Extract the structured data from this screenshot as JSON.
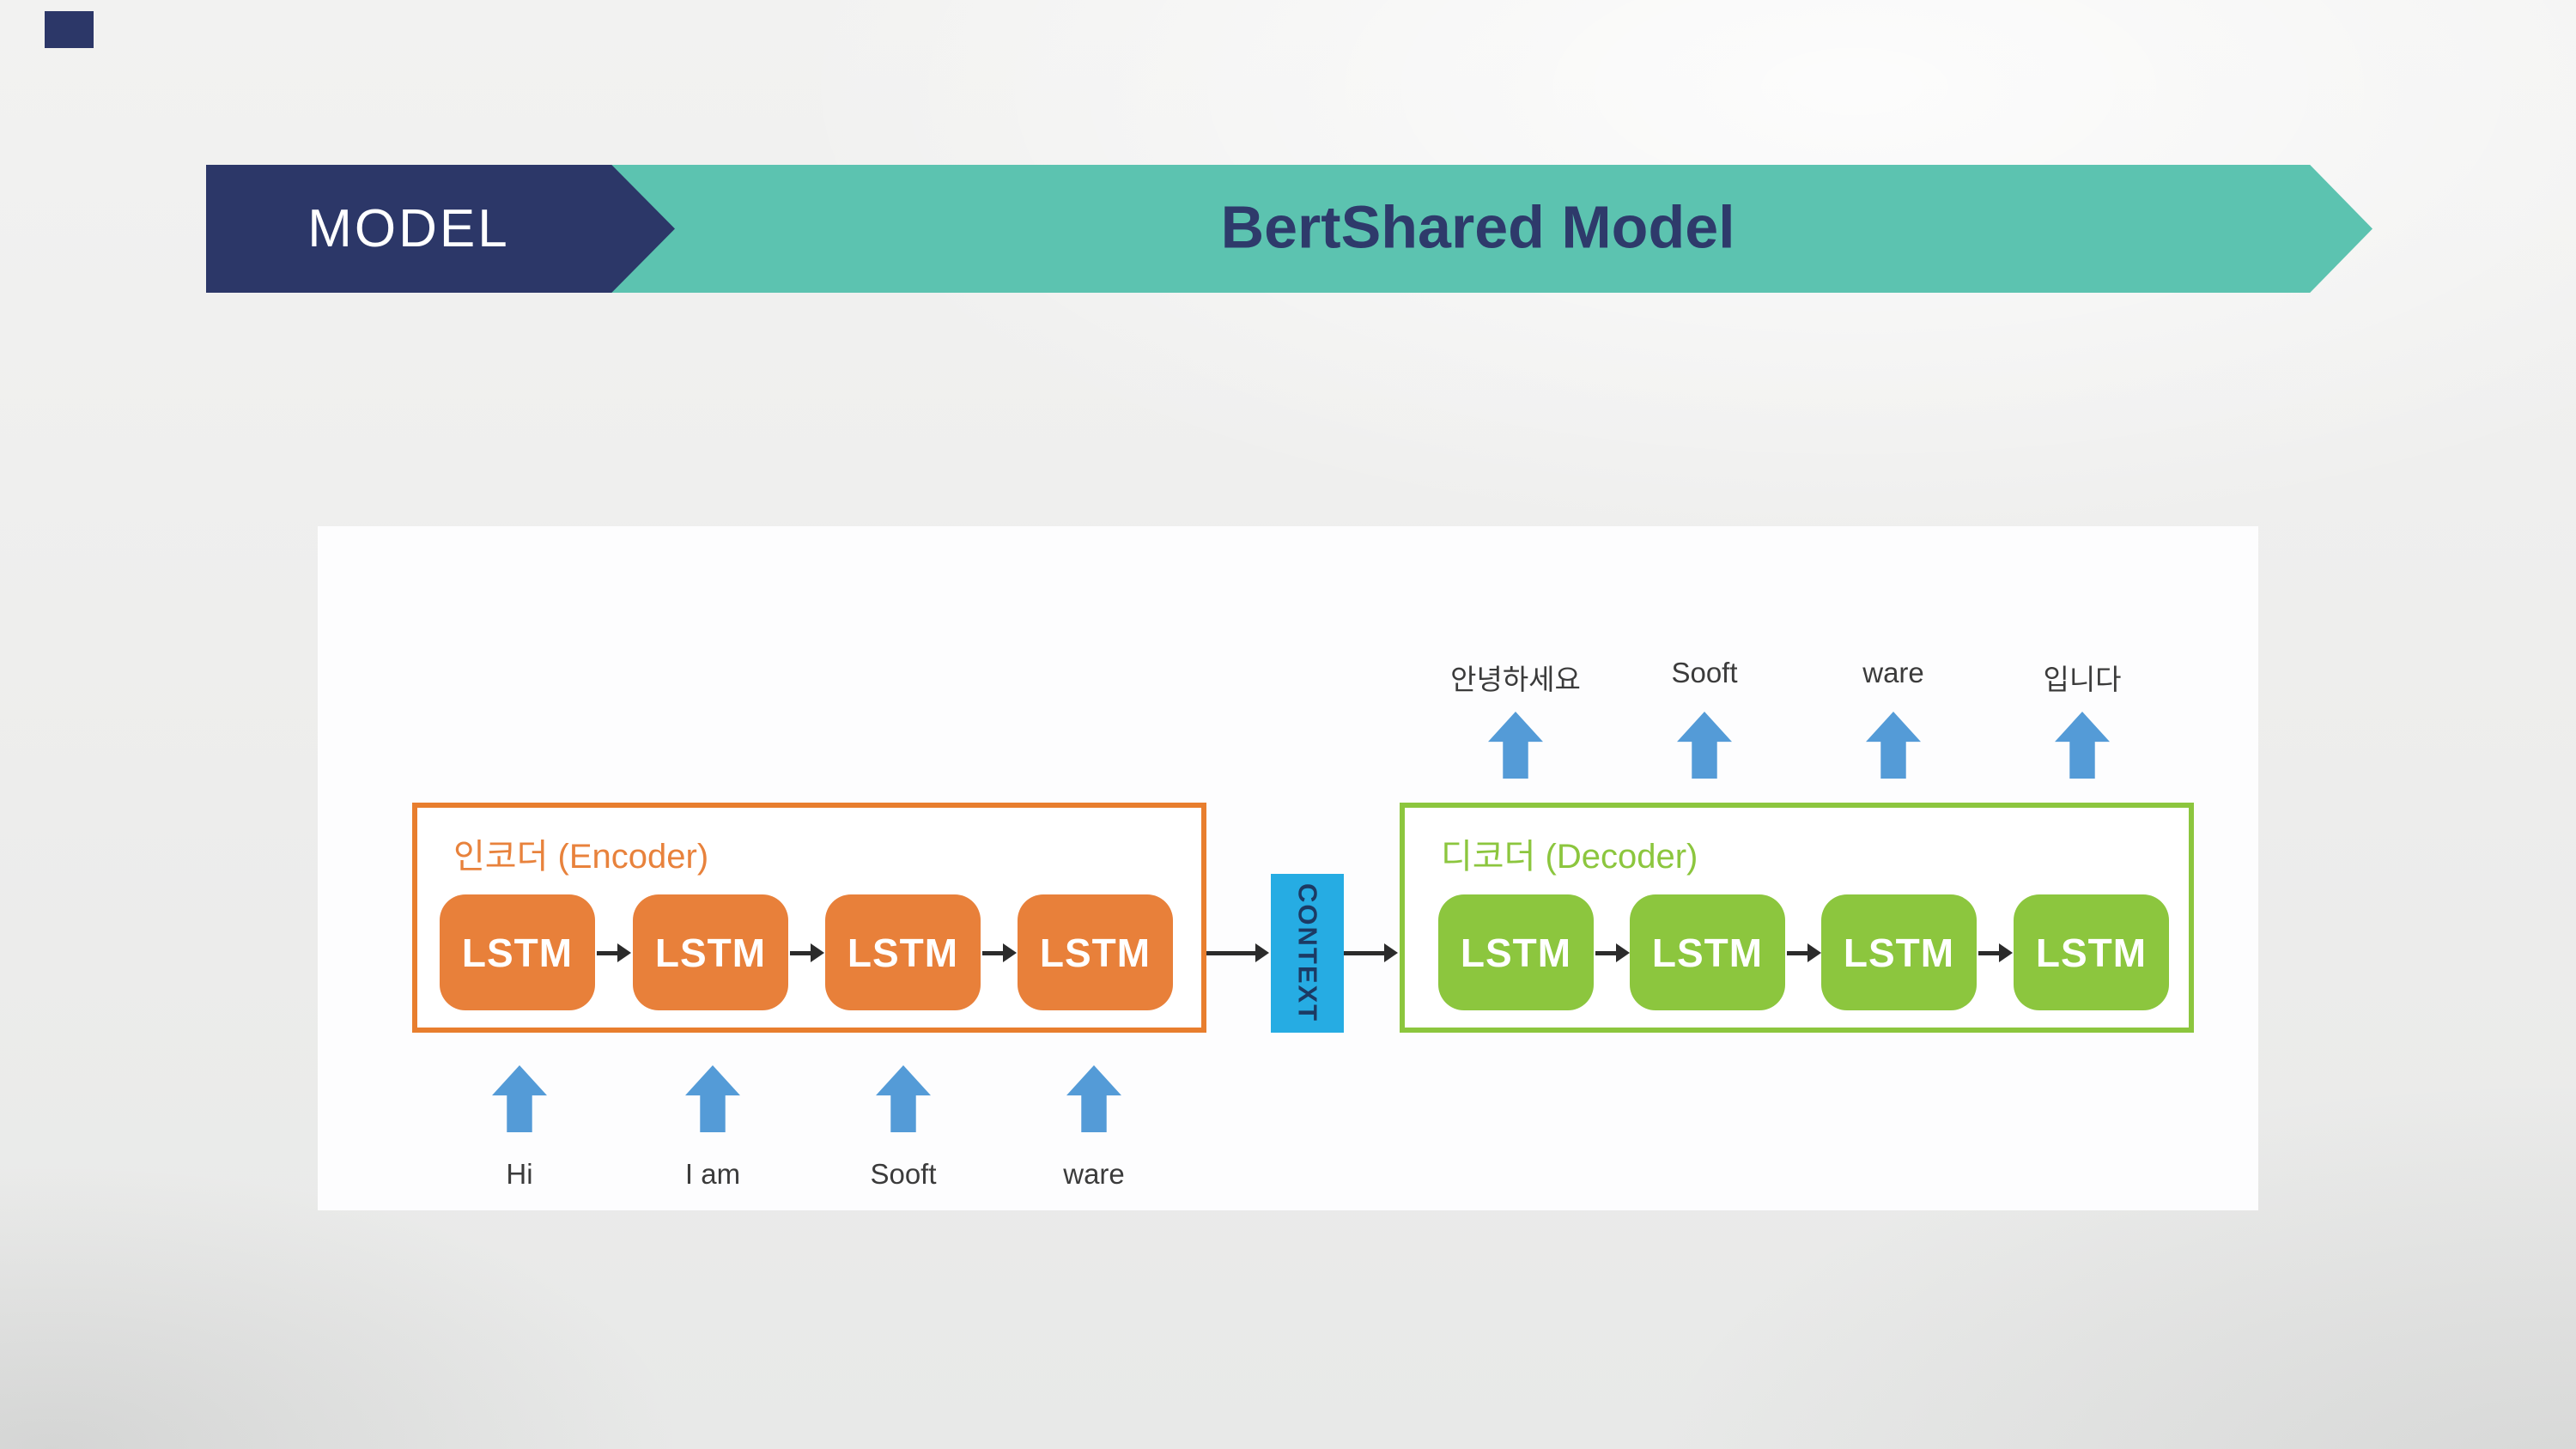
{
  "slide": {
    "tag": "MODEL",
    "title": "BertShared Model"
  },
  "colors": {
    "banner_navy": "#2c3768",
    "banner_teal": "#5cc3b0",
    "title_text_navy": "#2e3a6b",
    "encoder_orange": "#e8803a",
    "decoder_green": "#8cc63e",
    "context_blue": "#26ace3",
    "context_text_navy": "#1c3a63",
    "token_arrow_blue": "#549bd7",
    "panel_white": "#fdfdfe",
    "background_gray": "#ededec"
  },
  "diagram": {
    "lstm_label": "LSTM",
    "context_label": "CONTEXT",
    "encoder": {
      "label": "인코더 (Encoder)",
      "inputs": [
        "Hi",
        "I am",
        "Sooft",
        "ware"
      ]
    },
    "decoder": {
      "label": "디코더 (Decoder)",
      "outputs": [
        "안녕하세요",
        "Sooft",
        "ware",
        "입니다"
      ]
    }
  }
}
